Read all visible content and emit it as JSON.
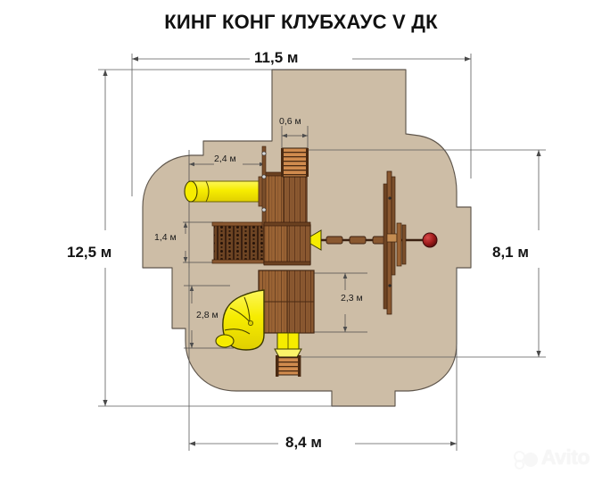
{
  "page": {
    "title": "КИНГ КОНГ КЛУБХАУС V ДК",
    "background_color": "#ffffff"
  },
  "colors": {
    "safety_zone_fill": "#cdbda6",
    "safety_zone_stroke": "#6b6056",
    "wood_dark": "#7b4f2b",
    "wood_mid": "#9a6334",
    "wood_light": "#c58d52",
    "plastic_yellow": "#f6ec00",
    "accent_red": "#9e1b1b",
    "dimension_line": "#4a4a4a",
    "text": "#141414"
  },
  "dimensions": {
    "top": {
      "label": "11,5 м",
      "value": 11.5,
      "unit": "м",
      "name": "overall-width-safety-zone"
    },
    "left": {
      "label": "12,5 м",
      "value": 12.5,
      "unit": "м",
      "name": "overall-height-safety-zone"
    },
    "right": {
      "label": "8,1 м",
      "value": 8.1,
      "unit": "м",
      "name": "equipment-height-extent"
    },
    "bottom": {
      "label": "8,4 м",
      "value": 8.4,
      "unit": "м",
      "name": "equipment-width-extent"
    },
    "inner": [
      {
        "label": "0,6 м",
        "value": 0.6,
        "unit": "м",
        "name": "ladder-width"
      },
      {
        "label": "2,4 м",
        "value": 2.4,
        "unit": "м",
        "name": "tunnel-slide-projection"
      },
      {
        "label": "1,4 м",
        "value": 1.4,
        "unit": "м",
        "name": "climbing-wall-depth"
      },
      {
        "label": "2,8 м",
        "value": 2.8,
        "unit": "м",
        "name": "spiral-slide-depth"
      },
      {
        "label": "2,3 м",
        "value": 2.3,
        "unit": "м",
        "name": "lower-platform-length"
      }
    ]
  },
  "drawing": {
    "view": "plan",
    "elements": [
      {
        "name": "safety-zone-outline",
        "type": "footprint"
      },
      {
        "name": "upper-platform",
        "type": "wooden-deck"
      },
      {
        "name": "middle-platform",
        "type": "wooden-deck"
      },
      {
        "name": "lower-platform",
        "type": "wooden-deck"
      },
      {
        "name": "access-ladder-top",
        "type": "ladder"
      },
      {
        "name": "access-ladder-bottom",
        "type": "ladder"
      },
      {
        "name": "straight-tube-slide",
        "type": "yellow-slide"
      },
      {
        "name": "spiral-tube-slide",
        "type": "yellow-slide"
      },
      {
        "name": "climbing-wall",
        "type": "climbing-net"
      },
      {
        "name": "balance-beam",
        "type": "beam"
      },
      {
        "name": "climbing-post",
        "type": "vertical-post"
      },
      {
        "name": "red-ball-handle",
        "type": "sphere"
      }
    ]
  },
  "watermark": {
    "label": "Avito"
  }
}
